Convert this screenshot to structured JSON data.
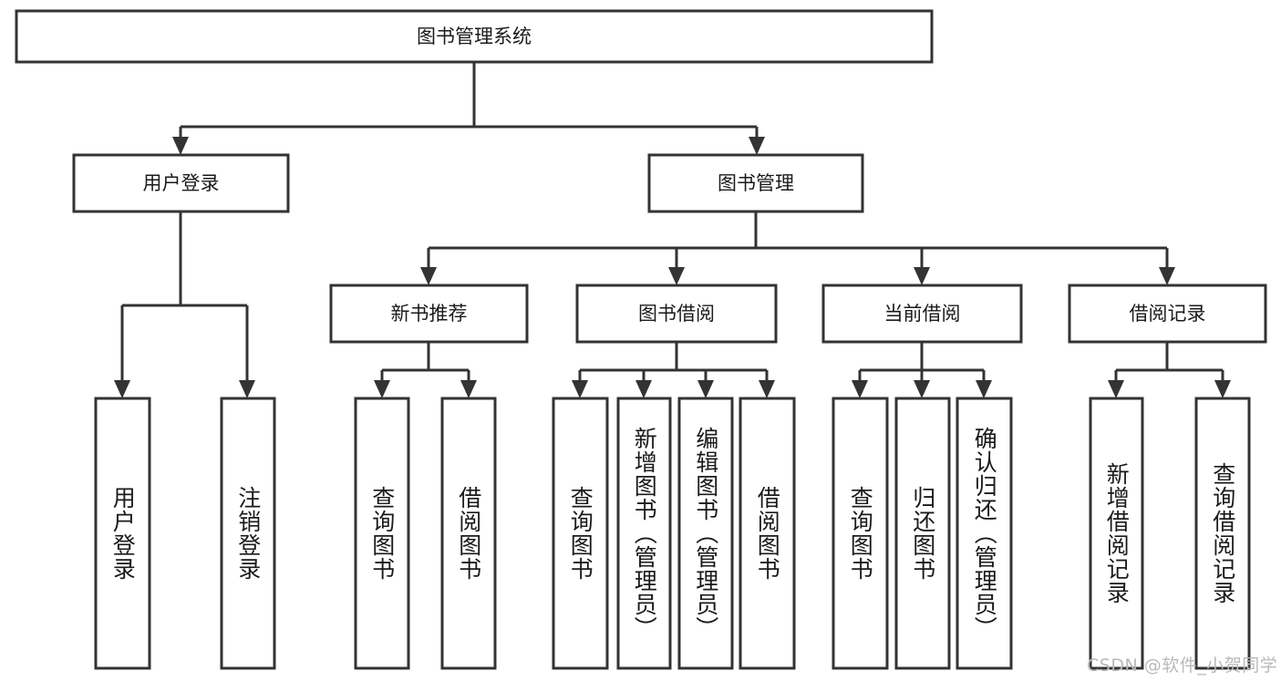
{
  "diagram": {
    "title": "图书管理系统",
    "type": "tree-hierarchy-diagram",
    "colors": {
      "box_stroke": "#333333",
      "box_fill": "#ffffff",
      "text": "#1a1a1a",
      "background": "#ffffff",
      "watermark": "#b9b9b9"
    },
    "root": {
      "label": "图书管理系统"
    },
    "level2": [
      {
        "label": "用户登录"
      },
      {
        "label": "图书管理"
      }
    ],
    "level3": [
      {
        "label": "新书推荐"
      },
      {
        "label": "图书借阅"
      },
      {
        "label": "当前借阅"
      },
      {
        "label": "借阅记录"
      }
    ],
    "leaves": {
      "user_login": [
        {
          "label": "用户登录"
        },
        {
          "label": "注销登录"
        }
      ],
      "new_book_recommend": [
        {
          "label": "查询图书"
        },
        {
          "label": "借阅图书"
        }
      ],
      "book_borrow": [
        {
          "label": "查询图书"
        },
        {
          "label": "新增图书（管理员）"
        },
        {
          "label": "编辑图书（管理员）"
        },
        {
          "label": "借阅图书"
        }
      ],
      "current_borrow": [
        {
          "label": "查询图书"
        },
        {
          "label": "归还图书"
        },
        {
          "label": "确认归还（管理员）"
        }
      ],
      "borrow_record": [
        {
          "label": "新增借阅记录"
        },
        {
          "label": "查询借阅记录"
        }
      ]
    },
    "watermark": "CSDN @软件_小贺同学"
  }
}
